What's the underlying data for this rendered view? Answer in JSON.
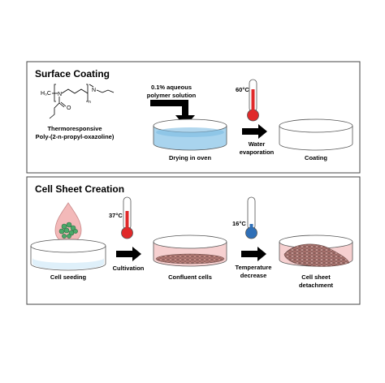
{
  "surface_coating": {
    "title": "Surface Coating",
    "polymer_name_line1": "Thermoresponsive",
    "polymer_name_line2": "Poly-(2-n-propyl-oxazoline)",
    "chem_ch3": "H₃C",
    "chem_n1": "N",
    "chem_n2": "N",
    "chem_o": "O",
    "chem_n_sub": "n",
    "solution_line1": "0.1% aqueous",
    "solution_line2": "polymer solution",
    "drying_label": "Drying in oven",
    "temp_label": "60°C",
    "evap_line1": "Water",
    "evap_line2": "evaporation",
    "coating_label": "Coating"
  },
  "cell_sheet": {
    "title": "Cell Sheet Creation",
    "seeding_label": "Cell seeding",
    "temp1_label": "37°C",
    "cultivation_label": "Cultivation",
    "confluent_label": "Confluent cells",
    "temp2_label": "16°C",
    "temp_decrease_line1": "Temperature",
    "temp_decrease_line2": "decrease",
    "detach_line1": "Cell sheet",
    "detach_line2": "detachment"
  },
  "colors": {
    "water_blue": "#a9d4ee",
    "pink_medium": "#f3c4c4",
    "hot_red": "#e0292a",
    "cold_blue": "#2f6fb7",
    "cell_green": "#4aa868"
  }
}
